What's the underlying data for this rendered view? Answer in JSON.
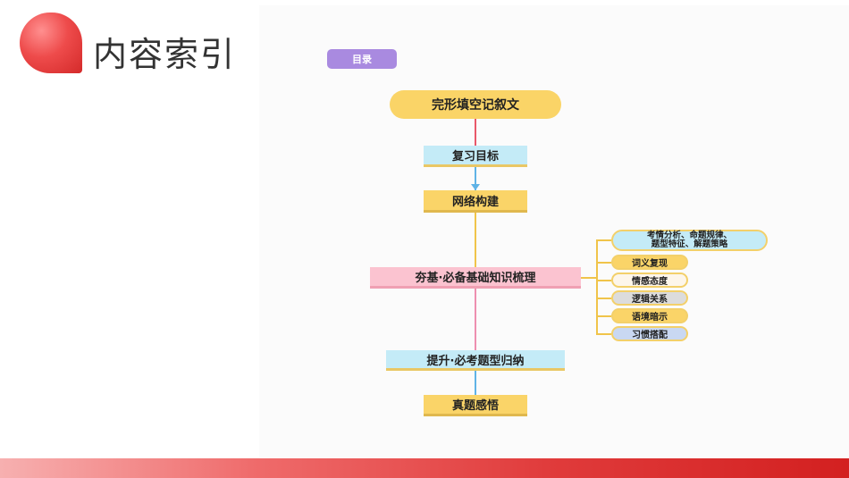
{
  "page": {
    "title": "内容索引"
  },
  "diagram": {
    "tag": "目录",
    "root": "完形填空记叙文",
    "nodes": {
      "n1": "复习目标",
      "n2": "网络构建",
      "n3": "夯基·必备基础知识梳理",
      "n4": "提升·必考题型归纳",
      "n5": "真题感悟"
    },
    "branches": {
      "b1_line1": "考情分析、命题规律、",
      "b1_line2": "题型特征、解题策略",
      "b2": "词义复现",
      "b3": "情感态度",
      "b4": "逻辑关系",
      "b5": "语境暗示",
      "b6": "习惯搭配"
    }
  },
  "colors": {
    "accent_red": "#e03b3b",
    "node_yellow": "#fad468",
    "node_blue": "#c4ebf7",
    "node_pink": "#fbc3d0",
    "tag_purple": "#a98ae0"
  }
}
